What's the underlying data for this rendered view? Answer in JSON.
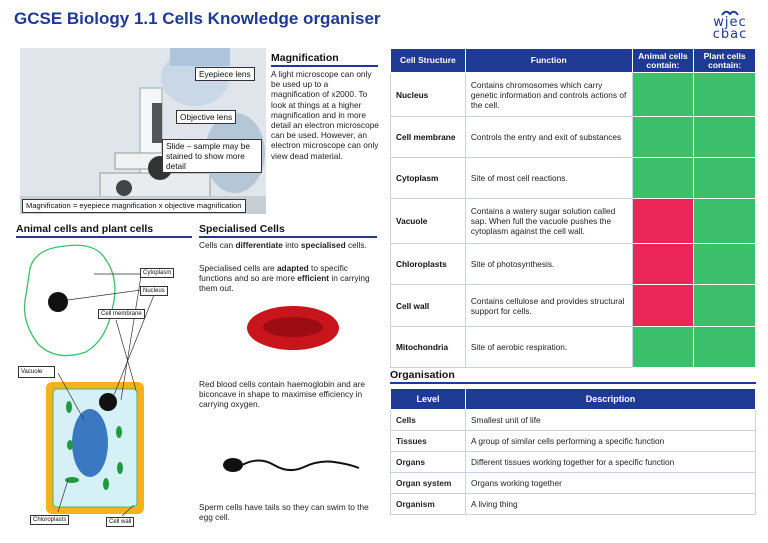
{
  "title": "GCSE Biology 1.1 Cells Knowledge organiser",
  "logo": {
    "line1": "wjec",
    "line2": "cbac"
  },
  "magnification": {
    "heading": "Magnification",
    "text": "A light microscope can only be used up to a magnification of x2000. To look at things at a higher magnification and in more detail an electron microscope can be used. However, an electron microscope can only view dead material.",
    "callouts": {
      "eyepiece": "Eyepiece lens",
      "objective": "Objective lens",
      "slide": "Slide – sample may be stained to show more detail",
      "formula": "Magnification = eyepiece magnification x objective magnification"
    }
  },
  "animal_plant": {
    "heading": "Animal cells and plant cells",
    "labels": {
      "cytoplasm": "Cytoplasm",
      "nucleus": "Nucleus",
      "membrane": "Cell membrane",
      "vacuole": "Vacuole",
      "chloroplasts": "Chloroplasts",
      "wall": "Cell wall"
    }
  },
  "specialised": {
    "heading": "Specialised Cells",
    "p1_pre": "Cells can ",
    "p1_b1": "differentiate",
    "p1_mid": " into ",
    "p1_b2": "specialised",
    "p1_post": " cells.",
    "p2_pre": "Specialised cells are ",
    "p2_b1": "adapted",
    "p2_mid": " to specific functions and so are more ",
    "p2_b2": "efficient",
    "p2_post": " in carrying them out.",
    "rbc": "Red blood cells contain haemoglobin and are biconcave in shape to maximise efficiency in carrying oxygen.",
    "sperm": "Sperm cells have tails so they can swim to the egg cell."
  },
  "cell_table": {
    "headers": [
      "Cell Structure",
      "Function",
      "Animal cells contain:",
      "Plant cells contain:"
    ],
    "rows": [
      {
        "structure": "Nucleus",
        "function": "Contains chromosomes which carry genetic information and controls actions of the cell.",
        "animal": "yes",
        "plant": "yes"
      },
      {
        "structure": "Cell membrane",
        "function": "Controls the entry and exit of substances",
        "animal": "yes",
        "plant": "yes"
      },
      {
        "structure": "Cytoplasm",
        "function": "Site of most cell reactions.",
        "animal": "yes",
        "plant": "yes"
      },
      {
        "structure": "Vacuole",
        "function": "Contains a watery sugar solution called sap. When full the vacuole pushes the cytoplasm against the cell wall.",
        "animal": "no",
        "plant": "yes"
      },
      {
        "structure": "Chloroplasts",
        "function": "Site of photosynthesis.",
        "animal": "no",
        "plant": "yes"
      },
      {
        "structure": "Cell wall",
        "function": "Contains cellulose and provides structural support for cells.",
        "animal": "no",
        "plant": "yes"
      },
      {
        "structure": "Mitochondria",
        "function": "Site of aerobic respiration.",
        "animal": "yes",
        "plant": "yes"
      }
    ]
  },
  "organisation": {
    "heading": "Organisation",
    "headers": [
      "Level",
      "Description"
    ],
    "rows": [
      {
        "level": "Cells",
        "description": "Smallest unit of life"
      },
      {
        "level": "Tissues",
        "description": "A group of similar cells performing a specific function"
      },
      {
        "level": "Organs",
        "description": "Different tissues working together for a specific function"
      },
      {
        "level": "Organ system",
        "description": "Organs working together"
      },
      {
        "level": "Organism",
        "description": "A living thing"
      }
    ]
  },
  "colors": {
    "brand": "#1f3a93",
    "contains": "#3cbf6b",
    "absent": "#ec2559"
  }
}
